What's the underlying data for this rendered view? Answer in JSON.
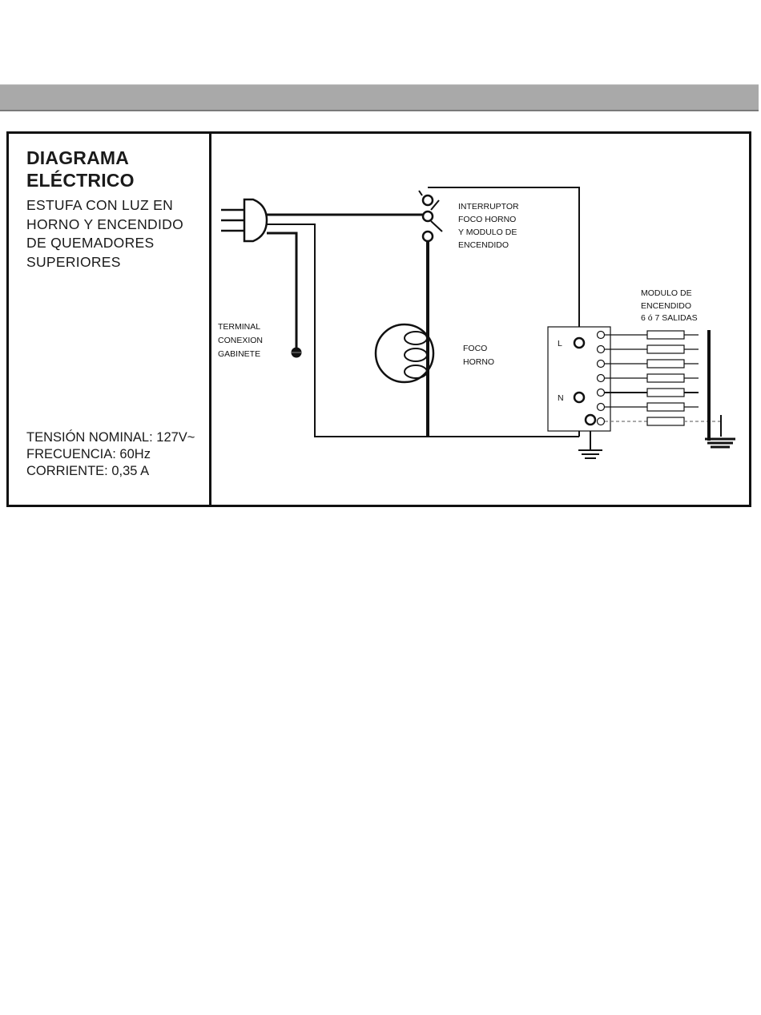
{
  "title_lines": [
    "DIAGRAMA",
    "ELÉCTRICO"
  ],
  "subtitle_lines": [
    "ESTUFA CON LUZ EN",
    "HORNO Y ENCENDIDO",
    "DE QUEMADORES",
    "SUPERIORES"
  ],
  "specs": [
    "TENSIÓN NOMINAL: 127V~",
    "FRECUENCIA: 60Hz",
    "CORRIENTE: 0,35 A"
  ],
  "labels": {
    "switch": [
      "INTERRUPTOR",
      "FOCO HORNO",
      "Y MODULO DE",
      "ENCENDIDO"
    ],
    "terminal": [
      "TERMINAL",
      "CONEXION",
      "GABINETE"
    ],
    "lamp": [
      "FOCO",
      "HORNO"
    ],
    "module": [
      "MODULO DE",
      "ENCENDIDO",
      "6 ó 7 SALIDAS"
    ],
    "L": "L",
    "N": "N"
  }
}
